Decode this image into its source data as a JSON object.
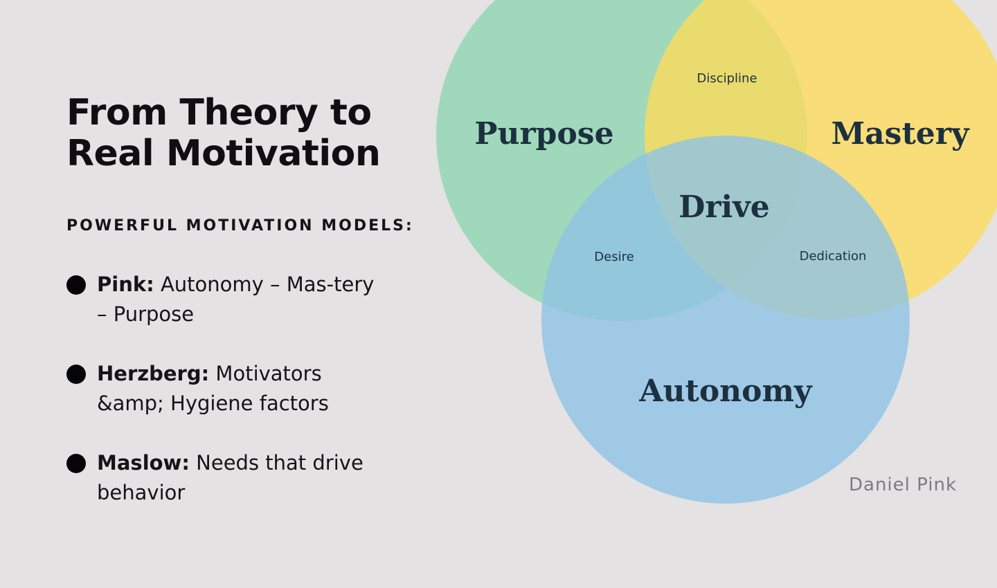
{
  "page": {
    "background_color": "#e4e2e3"
  },
  "header": {
    "title_line1": "From Theory to",
    "title_line2": "Real Motivation"
  },
  "models_section": {
    "heading": "POWERFUL MOTIVATION MODELS:",
    "items": [
      {
        "name": "Pink:",
        "description": " Autonomy – Mas-tery – Purpose"
      },
      {
        "name": "Herzberg:",
        "description": " Motivators &amp; Hygiene factors"
      },
      {
        "name": "Maslow:",
        "description": " Needs that drive behavior"
      }
    ]
  },
  "venn": {
    "circles": [
      {
        "label": "Purpose",
        "color": "#8fd6b0"
      },
      {
        "label": "Mastery",
        "color": "#fddc5c"
      },
      {
        "label": "Autonomy",
        "color": "#8ec3e5"
      }
    ],
    "overlaps": {
      "purpose_mastery": "Discipline",
      "purpose_autonomy": "Desire",
      "mastery_autonomy": "Dedication",
      "center": "Drive"
    },
    "label_color": "#1c3040"
  },
  "credit": "Daniel Pink"
}
